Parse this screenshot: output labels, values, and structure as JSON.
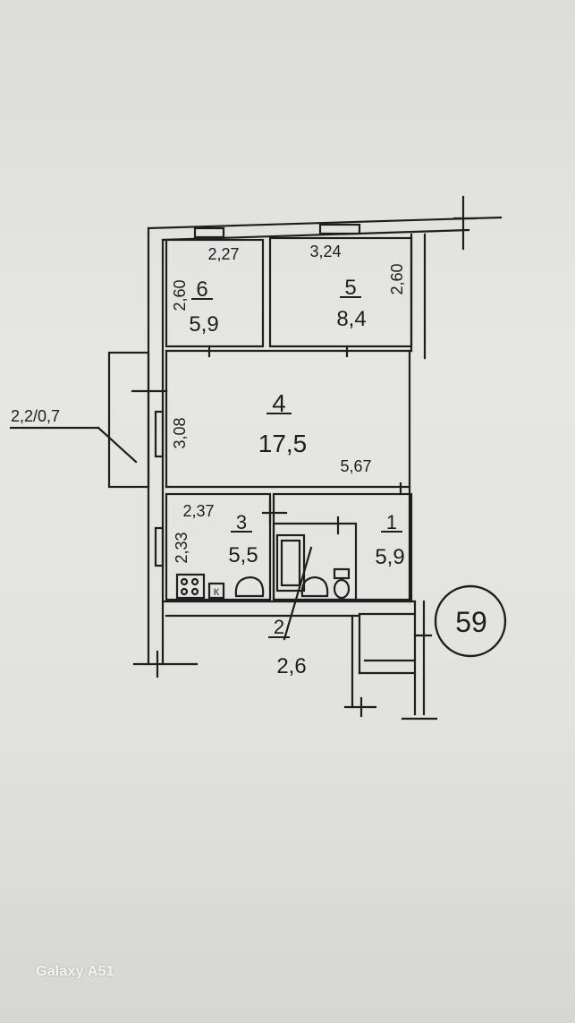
{
  "rooms": {
    "r6": {
      "number": "6",
      "area": "5,9"
    },
    "r5": {
      "number": "5",
      "area": "8,4"
    },
    "r4": {
      "number": "4",
      "area": "17,5"
    },
    "r3": {
      "number": "3",
      "area": "5,5"
    },
    "r1": {
      "number": "1",
      "area": "5,9"
    },
    "r2": {
      "number": "2",
      "area": "2,6"
    }
  },
  "dimensions": {
    "r6_width": "2,27",
    "r6_height": "2,60",
    "r5_width": "3,24",
    "r5_height": "2,60",
    "r4_height": "3,08",
    "r4_width": "5,67",
    "r3_width": "2,37",
    "r3_height": "2,33",
    "balcony": "2,2/0,7"
  },
  "stove_label": "К",
  "apartment_number": "59",
  "watermark": "Galaxy A51",
  "colors": {
    "ink": "#1e1e1e",
    "paper": "#e4e4e2"
  }
}
